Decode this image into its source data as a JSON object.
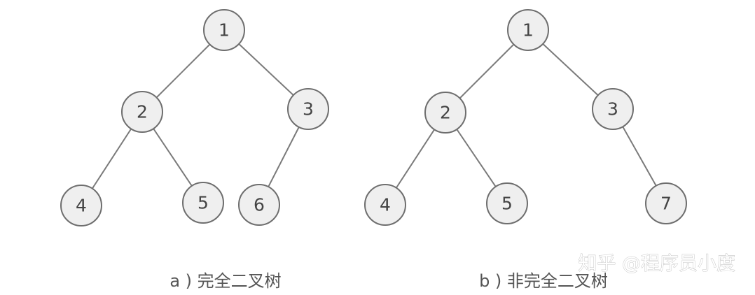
{
  "trees": [
    {
      "caption": "a ) 完全二叉树",
      "nodes": [
        {
          "id": "1",
          "label": "1"
        },
        {
          "id": "2",
          "label": "2"
        },
        {
          "id": "3",
          "label": "3"
        },
        {
          "id": "4",
          "label": "4"
        },
        {
          "id": "5",
          "label": "5"
        },
        {
          "id": "6",
          "label": "6"
        }
      ],
      "edges": [
        [
          "1",
          "2"
        ],
        [
          "1",
          "3"
        ],
        [
          "2",
          "4"
        ],
        [
          "2",
          "5"
        ],
        [
          "3",
          "6"
        ]
      ]
    },
    {
      "caption": "b ) 非完全二叉树",
      "nodes": [
        {
          "id": "1",
          "label": "1"
        },
        {
          "id": "2",
          "label": "2"
        },
        {
          "id": "3",
          "label": "3"
        },
        {
          "id": "4",
          "label": "4"
        },
        {
          "id": "5",
          "label": "5"
        },
        {
          "id": "7",
          "label": "7"
        }
      ],
      "edges": [
        [
          "1",
          "2"
        ],
        [
          "1",
          "3"
        ],
        [
          "2",
          "4"
        ],
        [
          "2",
          "5"
        ],
        [
          "3",
          "7"
        ]
      ]
    }
  ],
  "watermark": "知乎 @程序员小度",
  "colors": {
    "node_fill": "#efefef",
    "node_stroke": "#6e6e6e",
    "edge": "#7a7a7a",
    "text": "#444444"
  }
}
